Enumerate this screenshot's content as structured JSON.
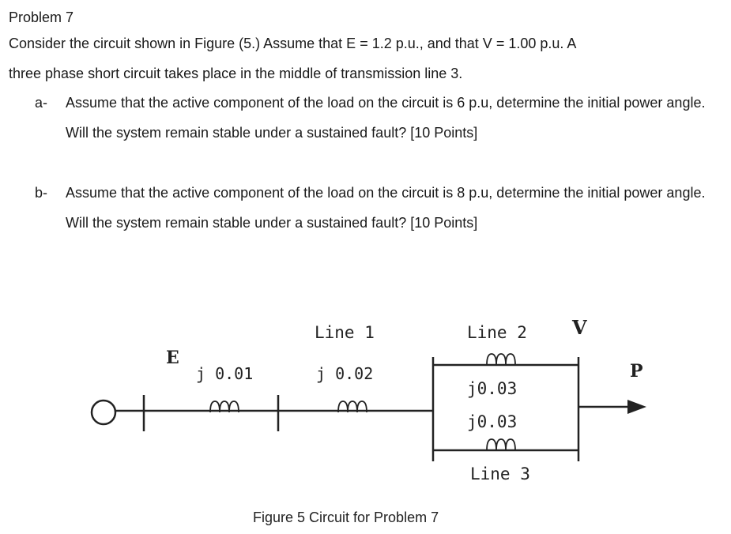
{
  "problem": {
    "title": "Problem 7",
    "intro_line1": "Consider the circuit shown in Figure (5.) Assume that E = 1.2 p.u., and that  V = 1.00 p.u. A",
    "intro_line2": "three phase short circuit takes place in the middle of transmission line 3.",
    "items": [
      {
        "marker": "a-",
        "text": "Assume that the active component of the load on the circuit is 6 p.u, determine the initial power angle.  Will the system remain stable under a sustained fault? [10 Points]"
      },
      {
        "marker": "b-",
        "text": "Assume that the active component of the load on the circuit is 8 p.u, determine the initial power angle.  Will the system remain stable under a sustained fault? [10 Points]"
      }
    ]
  },
  "figure": {
    "caption": "Figure 5 Circuit for Problem 7",
    "labels": {
      "source": "E",
      "receiving": "V",
      "load": "P",
      "x_gen": "j 0.01",
      "line1": "Line 1",
      "x_line1": "j 0.02",
      "line2": "Line 2",
      "x_line2": "j0.03",
      "x_line3": "j0.03",
      "line3": "Line 3"
    }
  }
}
